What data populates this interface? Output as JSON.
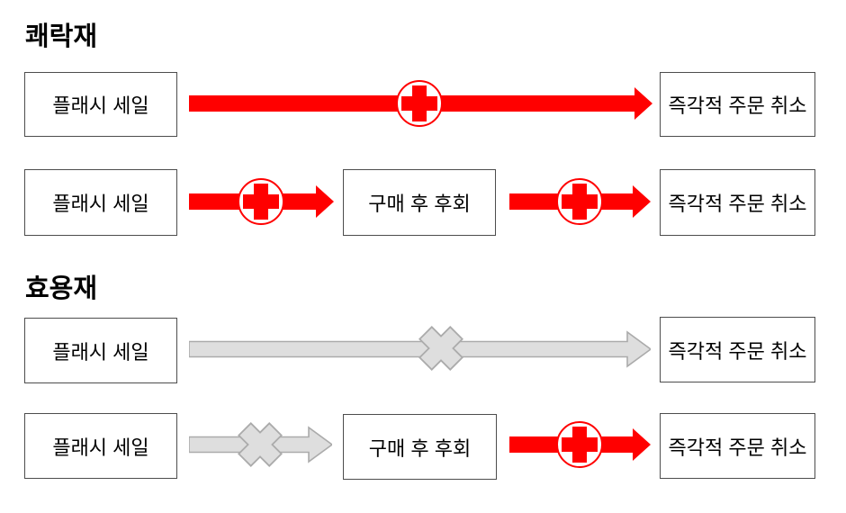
{
  "colors": {
    "red": "#FF0000",
    "gray_fill": "#DEDEDE",
    "gray_stroke": "#ABABAB",
    "box_border": "#4D4D4D",
    "text": "#000000",
    "bg": "#FFFFFF"
  },
  "diagram": {
    "sections": [
      {
        "title": "쾌락재",
        "rows": [
          {
            "nodes": [
              "플래시 세일",
              "즉각적 주문 취소"
            ],
            "links": [
              {
                "effect": "positive",
                "icon": "plus-circle-icon",
                "color": "red"
              }
            ]
          },
          {
            "nodes": [
              "플래시 세일",
              "구매 후 후회",
              "즉각적 주문 취소"
            ],
            "links": [
              {
                "effect": "positive",
                "icon": "plus-circle-icon",
                "color": "red"
              },
              {
                "effect": "positive",
                "icon": "plus-circle-icon",
                "color": "red"
              }
            ]
          }
        ]
      },
      {
        "title": "효용재",
        "rows": [
          {
            "nodes": [
              "플래시 세일",
              "즉각적 주문 취소"
            ],
            "links": [
              {
                "effect": "negative",
                "icon": "x-cross-icon",
                "color": "gray"
              }
            ]
          },
          {
            "nodes": [
              "플래시 세일",
              "구매 후 후회",
              "즉각적 주문 취소"
            ],
            "links": [
              {
                "effect": "negative",
                "icon": "x-cross-icon",
                "color": "gray"
              },
              {
                "effect": "positive",
                "icon": "plus-circle-icon",
                "color": "red"
              }
            ]
          }
        ]
      }
    ]
  }
}
